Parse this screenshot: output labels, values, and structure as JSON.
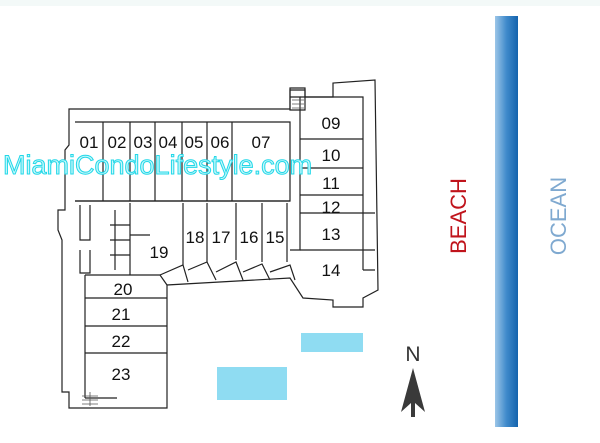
{
  "units": [
    "01",
    "02",
    "03",
    "04",
    "05",
    "06",
    "07",
    "09",
    "10",
    "11",
    "12",
    "13",
    "14",
    "15",
    "16",
    "17",
    "18",
    "19",
    "20",
    "21",
    "22",
    "23"
  ],
  "watermark": "MiamiCondoLifestyle.com",
  "beach_label": "BEACH",
  "ocean_label": "OCEAN",
  "north_label": "N",
  "colors": {
    "beach": "#c0141c",
    "ocean_text": "#7fa9d0",
    "ocean_bar": "#1e6fb5",
    "pool": "#8fdcf2",
    "watermark": "#33e0ee"
  }
}
